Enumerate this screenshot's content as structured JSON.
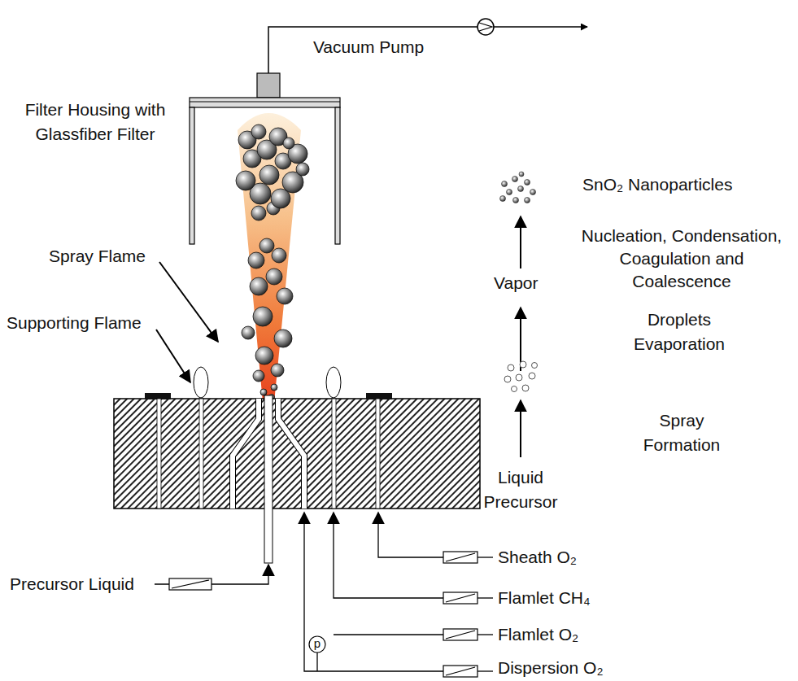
{
  "diagram": {
    "labels": [
      "Vacuum Pump",
      "Filter Housing with Glassfiber Filter",
      "Spray Flame",
      "Supporting Flame",
      "SnO₂ Nanoparticles",
      "Nucleation, Condensation, Coagulation and Coalescence",
      "Vapor",
      "Droplets Evaporation",
      "Spray Formation",
      "Liquid Precursor",
      "Sheath O₂",
      "Flamlet CH₄",
      "Flamlet O₂",
      "p",
      "Dispersion O₂",
      "Precursor Liquid"
    ]
  }
}
